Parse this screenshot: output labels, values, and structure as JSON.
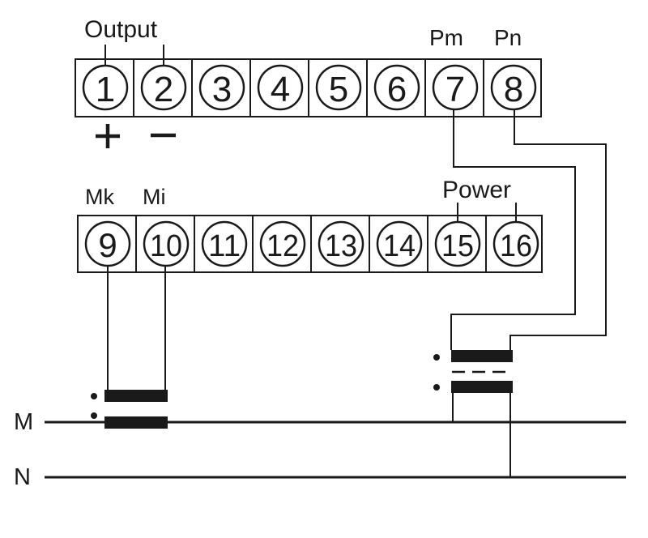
{
  "top_labels": {
    "output": "Output",
    "pm": "Pm",
    "pn": "Pn",
    "plus": "+",
    "minus": "−"
  },
  "bottom_labels": {
    "mk": "Mk",
    "mi": "Mi",
    "power": "Power"
  },
  "terminals_top": [
    "1",
    "2",
    "3",
    "4",
    "5",
    "6",
    "7",
    "8"
  ],
  "terminals_bottom": [
    "9",
    "10",
    "11",
    "12",
    "13",
    "14",
    "15",
    "16"
  ],
  "lines": {
    "m": "M",
    "n": "N"
  }
}
